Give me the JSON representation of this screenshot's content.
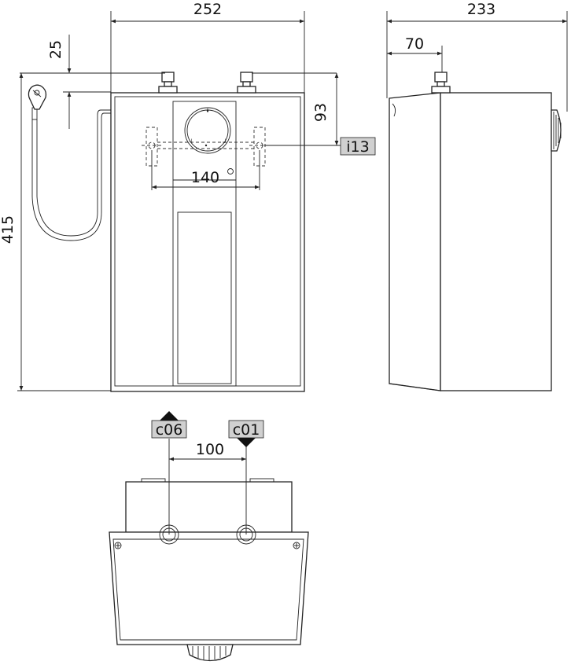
{
  "dimensions": {
    "front_width": "252",
    "side_depth": "233",
    "side_offset": "70",
    "top_offset": "25",
    "height": "415",
    "fixing_height": "93",
    "fixing_spacing": "140",
    "connection_spacing": "100"
  },
  "tags": {
    "fixing": "i13",
    "hot_outlet": "c06",
    "cold_inlet": "c01"
  }
}
